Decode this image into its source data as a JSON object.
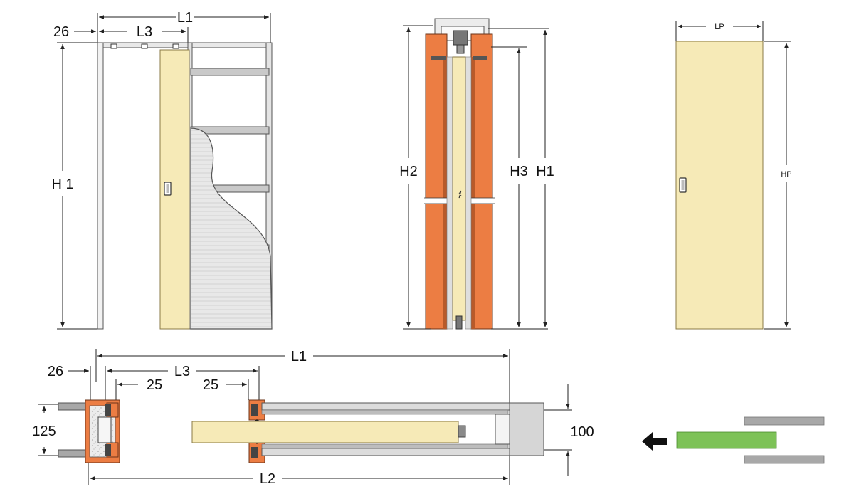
{
  "colors": {
    "door_panel": "#f6eab7",
    "timber": "#ec7d43",
    "timber_dark": "#b85a2a",
    "metal_grey": "#a8a8a8",
    "light_grey": "#dcdcdc",
    "plaster": "#e4e4e4",
    "indicator_green": "#7dc257",
    "arrow": "#111111"
  },
  "front_view": {
    "labels": {
      "width_total": "L1",
      "frame_offset": "26",
      "opening_width": "L3",
      "total_height": "H 1"
    }
  },
  "section_view": {
    "labels": {
      "height_h2": "H2",
      "height_h3": "H3",
      "height_h1": "H1"
    }
  },
  "panel_view": {
    "labels": {
      "panel_width": "LP",
      "panel_height": "HP"
    }
  },
  "plan_view": {
    "labels": {
      "width_total": "L1",
      "frame_offset": "26",
      "opening_width": "L3",
      "jamb_25_left": "25",
      "jamb_25_right": "25",
      "wall_125": "125",
      "wall_100": "100",
      "length_l2": "L2"
    }
  },
  "direction_indicator": {
    "direction": "left"
  }
}
